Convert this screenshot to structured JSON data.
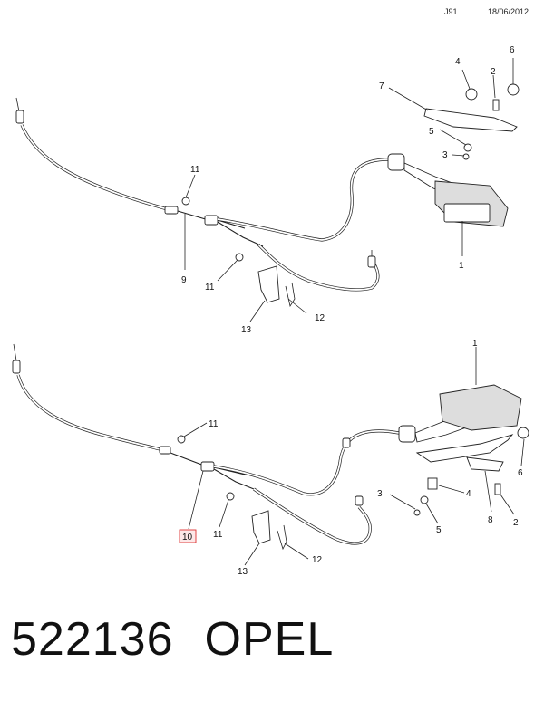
{
  "header": {
    "code": "J91",
    "date": "18/06/2012"
  },
  "top_view": {
    "callouts": [
      "1",
      "2",
      "3",
      "4",
      "5",
      "6",
      "7",
      "9",
      "11",
      "11",
      "12",
      "13"
    ]
  },
  "bottom_view": {
    "callouts": [
      "1",
      "2",
      "3",
      "4",
      "5",
      "6",
      "8",
      "10",
      "11",
      "11",
      "12",
      "13"
    ],
    "highlighted": "10"
  },
  "footer": {
    "part_number": "522136",
    "brand": "OPEL"
  }
}
